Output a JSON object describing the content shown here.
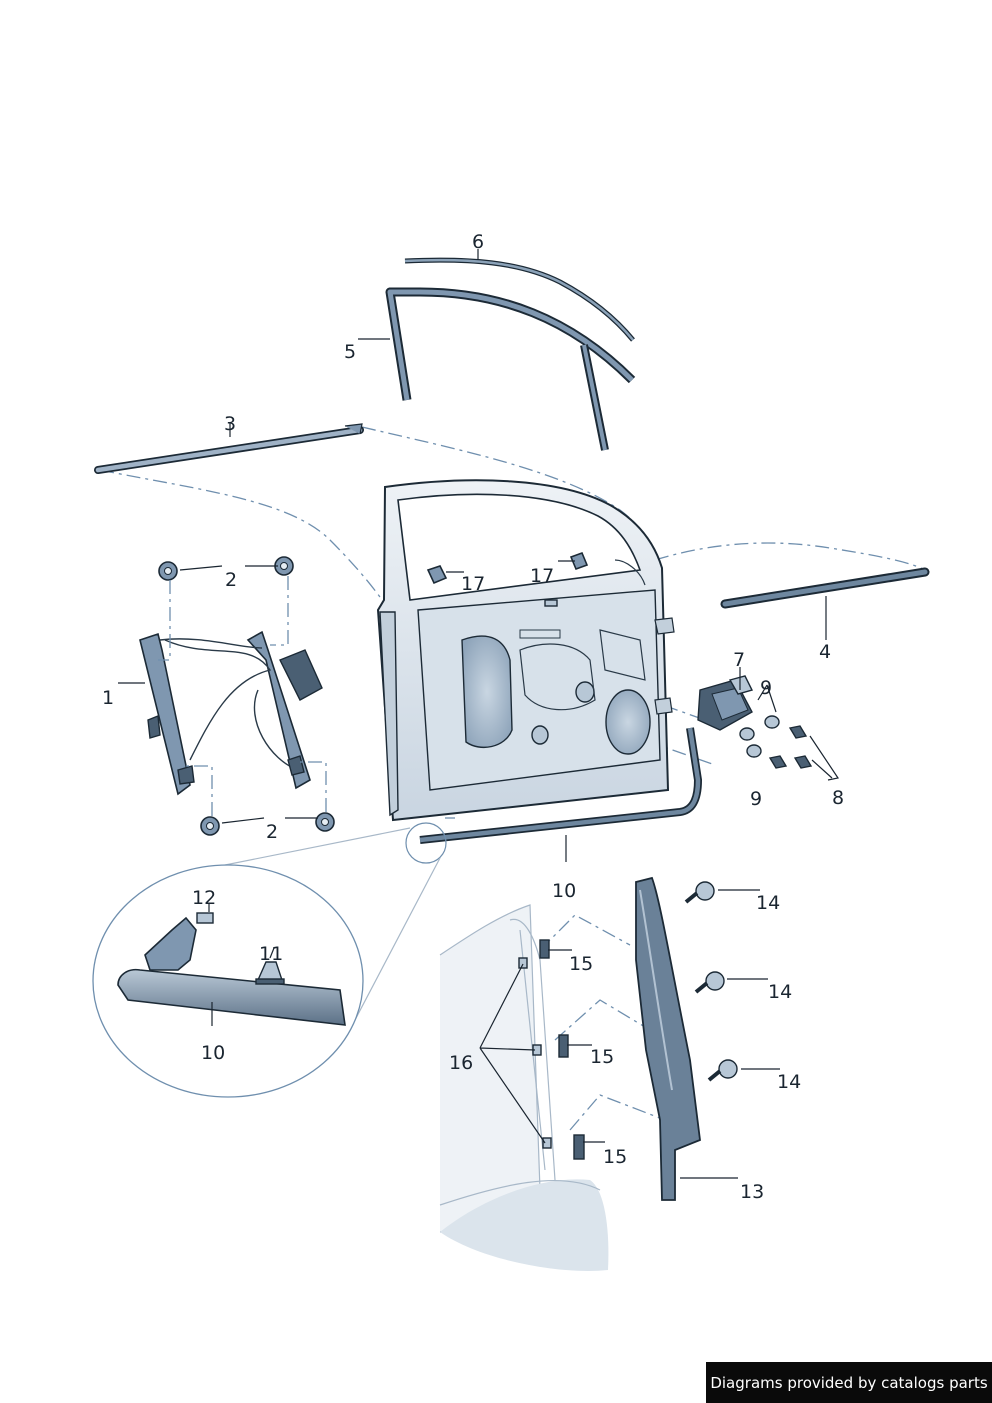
{
  "diagram": {
    "callouts": {
      "c1": "1",
      "c2a": "2",
      "c2b": "2",
      "c3": "3",
      "c4": "4",
      "c5": "5",
      "c6": "6",
      "c7": "7",
      "c8": "8",
      "c9a": "9",
      "c9b": "9",
      "c10a": "10",
      "c10b": "10",
      "c11": "11",
      "c12": "12",
      "c13": "13",
      "c14a": "14",
      "c14b": "14",
      "c14c": "14",
      "c15a": "15",
      "c15b": "15",
      "c15c": "15",
      "c16": "16",
      "c17a": "17",
      "c17b": "17"
    }
  },
  "footer": {
    "text": "Diagrams provided by catalogs parts"
  }
}
